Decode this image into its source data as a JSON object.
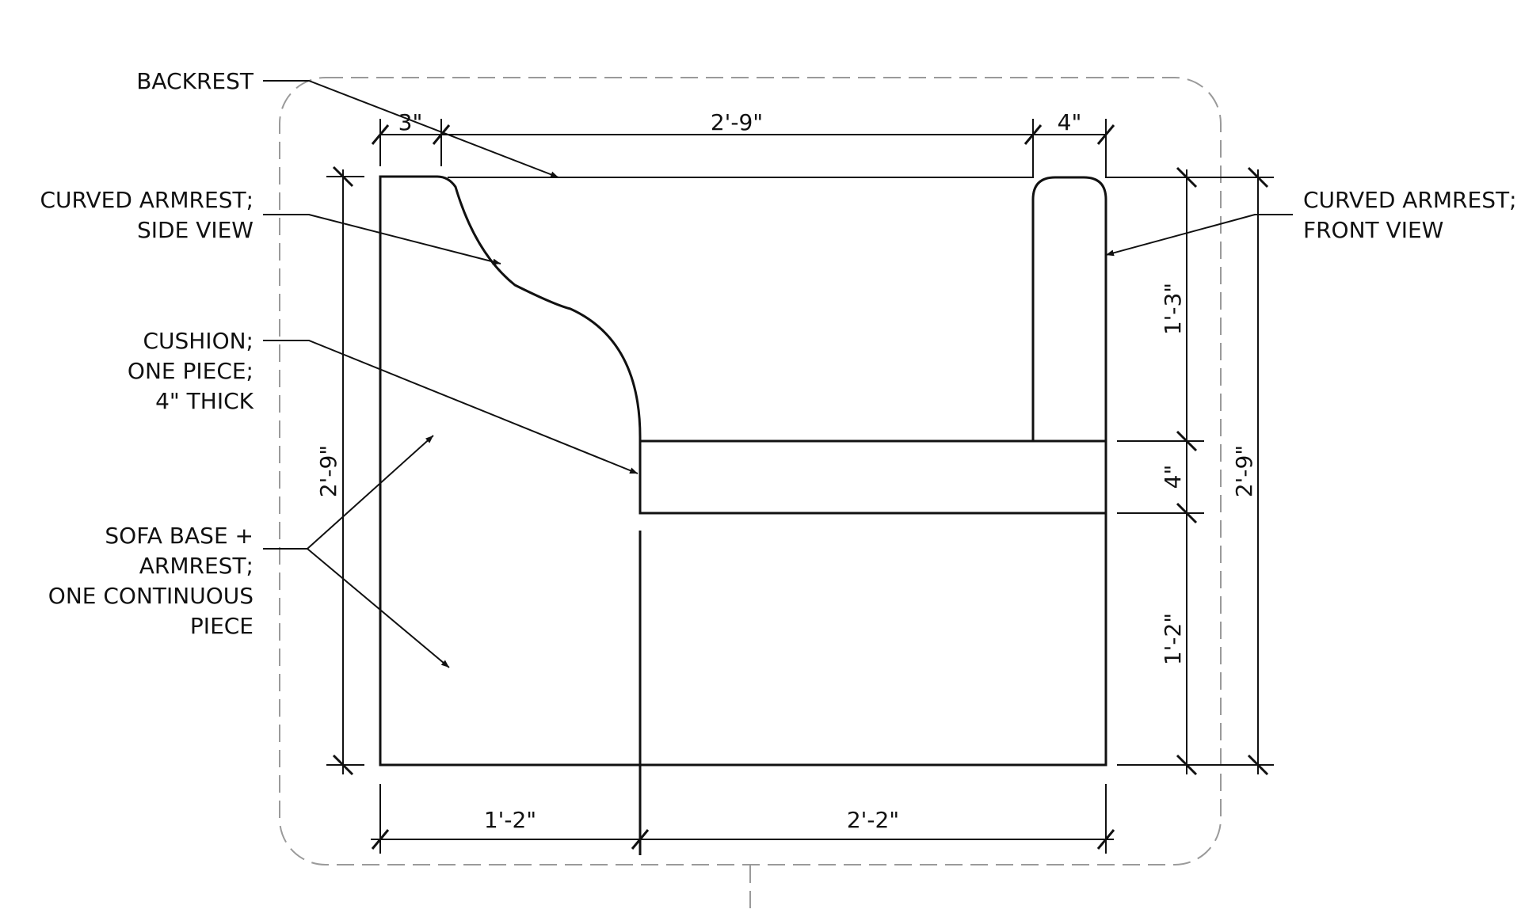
{
  "annotations": {
    "backrest": [
      "BACKREST"
    ],
    "armrest_side": [
      "CURVED ARMREST;",
      "SIDE VIEW"
    ],
    "cushion": [
      "CUSHION;",
      "ONE PIECE;",
      "4\" THICK"
    ],
    "sofa_base": [
      "SOFA BASE +",
      "ARMREST;",
      "ONE CONTINUOUS",
      "PIECE"
    ],
    "armrest_front": [
      "CURVED ARMREST;",
      "FRONT VIEW"
    ]
  },
  "dimensions": {
    "top_left": "3\"",
    "top_middle": "2'-9\"",
    "top_right": "4\"",
    "left_height": "2'-9\"",
    "right_upper": "1'-3\"",
    "right_cushion": "4\"",
    "right_lower": "1'-2\"",
    "right_overall": "2'-9\"",
    "bottom_left": "1'-2\"",
    "bottom_right": "2'-2\""
  }
}
